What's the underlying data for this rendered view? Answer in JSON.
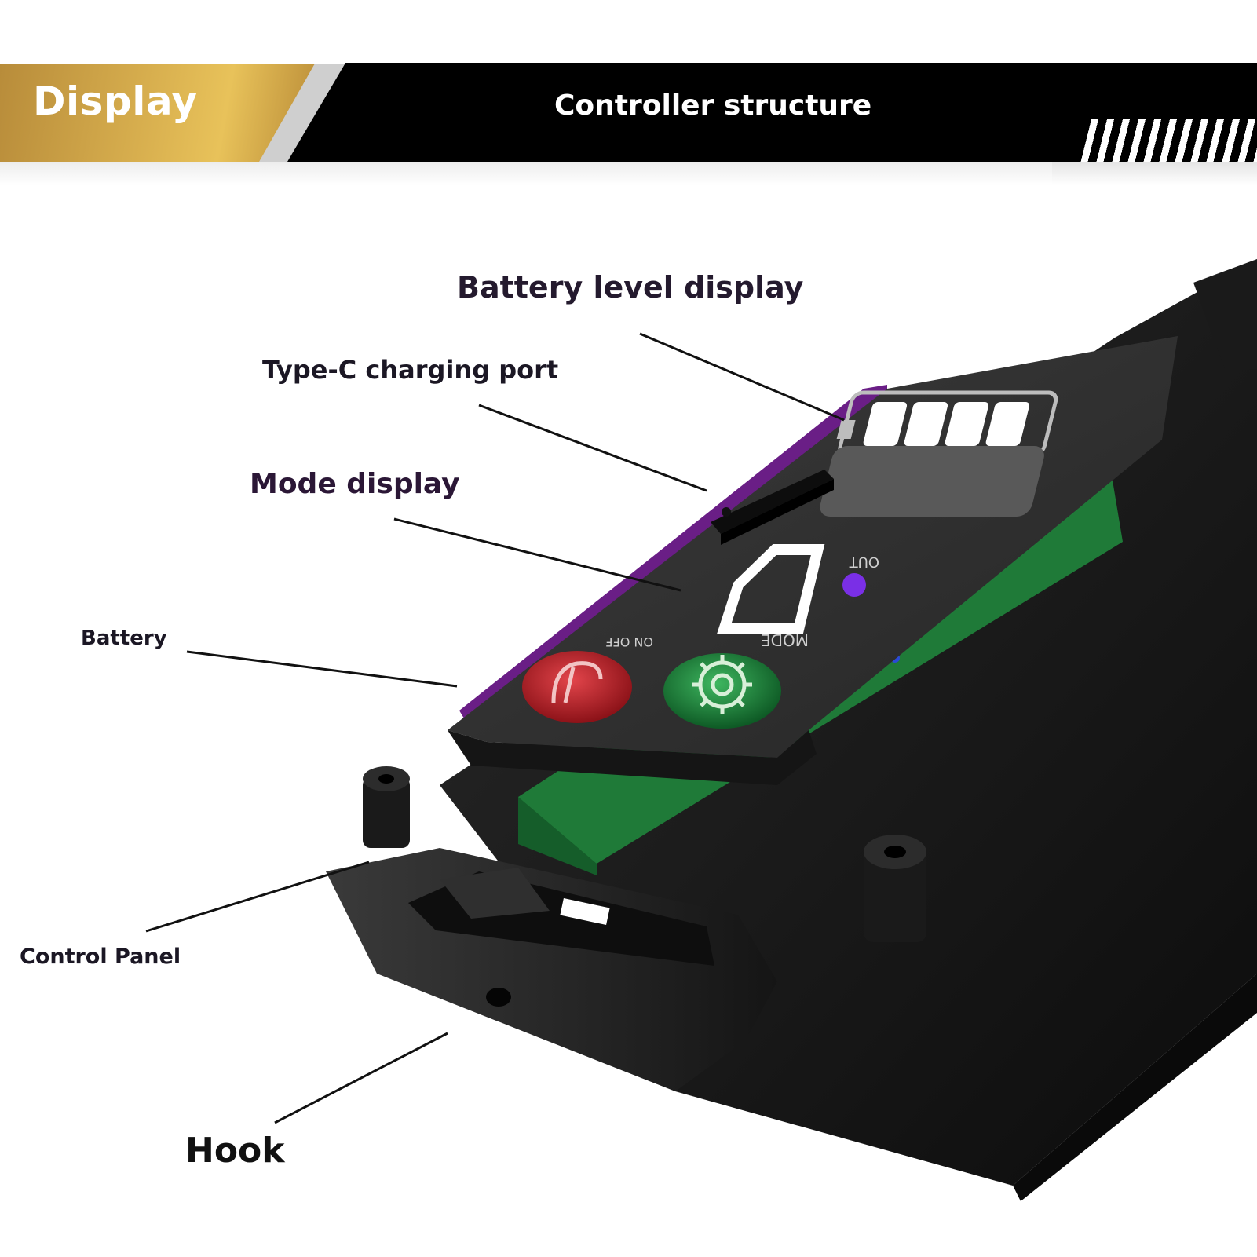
{
  "header": {
    "tab_label": "Display",
    "title": "Controller structure",
    "colors": {
      "gold": "#d7ae4e",
      "band": "#000000",
      "text": "#ffffff"
    }
  },
  "panel": {
    "mode_digit": "0",
    "mode_label": "MODE",
    "power_label": "ON OFF",
    "out_label": "OUT",
    "battery_bars": 4,
    "colors": {
      "housing": "#1c1c1c",
      "battery_edge": "#6a1e86",
      "board": "#1f7a38",
      "power_button": "#c21f28",
      "mode_button": "#1e8a3e",
      "indicator": "#7a2fe6"
    }
  },
  "callouts": {
    "battery_level": "Battery level display",
    "typec": "Type-C charging port",
    "mode": "Mode display",
    "battery": "Battery",
    "control_panel": "Control Panel",
    "hook": "Hook"
  }
}
